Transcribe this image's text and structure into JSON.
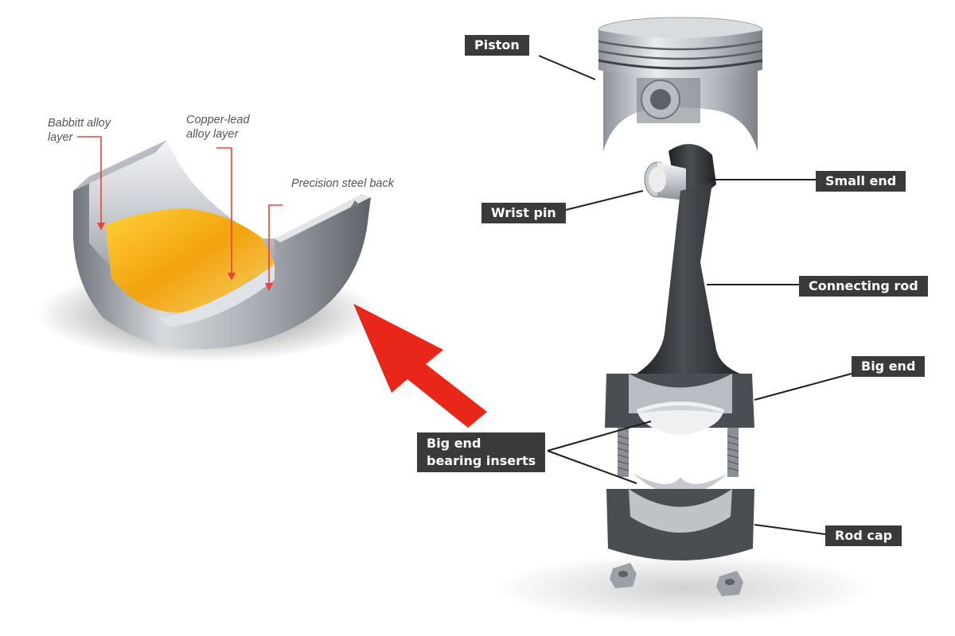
{
  "labels": {
    "piston": "Piston",
    "small_end": "Small end",
    "wrist_pin": "Wrist pin",
    "connecting_rod": "Connecting rod",
    "big_end": "Big end",
    "bearing_inserts": [
      "Big end",
      "bearing inserts"
    ],
    "rod_cap": "Rod cap"
  },
  "bearing_layers": {
    "babbitt": [
      "Babbitt alloy",
      "layer"
    ],
    "copper_lead": [
      "Copper-lead",
      "alloy layer"
    ],
    "steel_back": "Precision steel back"
  },
  "colors": {
    "label_bg": "#3a3a3a",
    "label_text": "#ffffff",
    "annotation_red": "#e8423a",
    "arrow_red": "#e8261a",
    "steel": "#9aa0a8",
    "rod": "#2e3134",
    "bearing_gold": "#f0b419"
  },
  "icons": [
    "bearing-shell-illustration",
    "piston-illustration",
    "connecting-rod-illustration",
    "red-arrow-icon"
  ]
}
